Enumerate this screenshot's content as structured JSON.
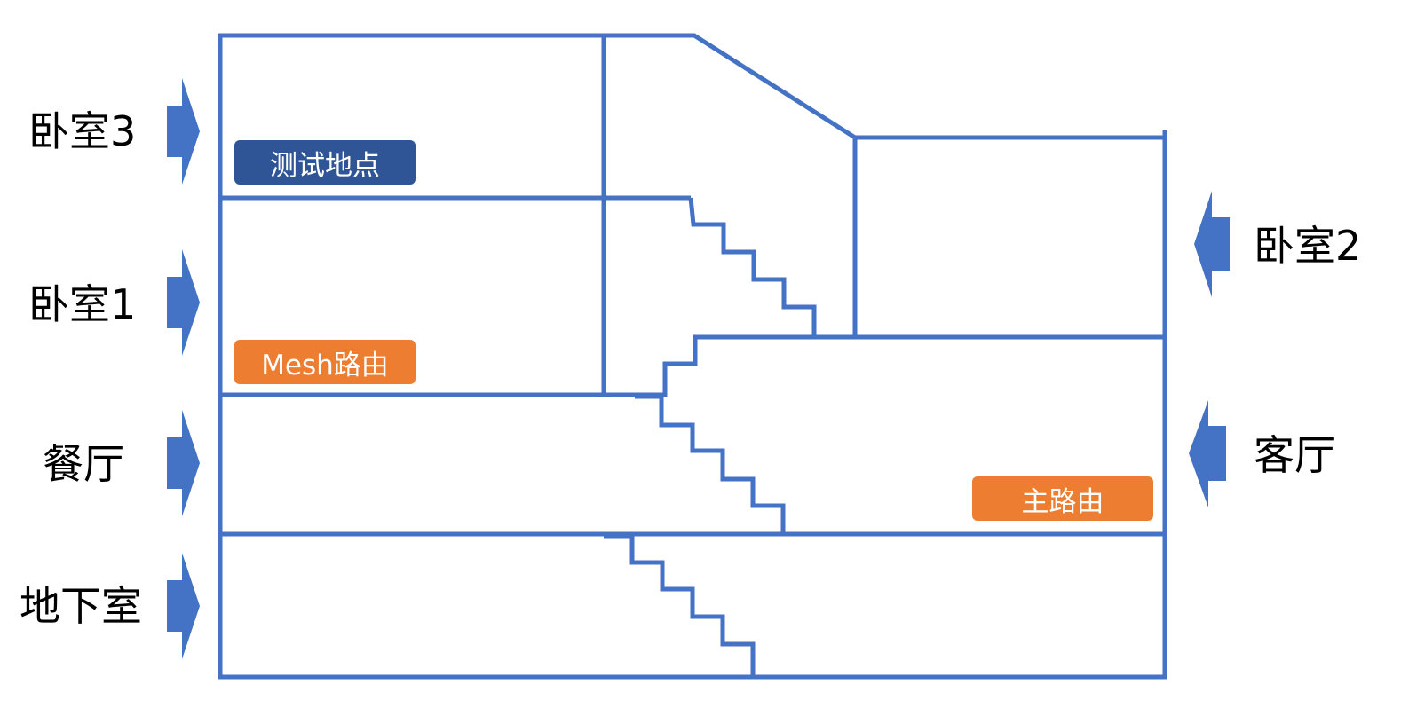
{
  "colors": {
    "wall": "#4472c4",
    "arrow": "#4472c4",
    "test_tag": "#2f5597",
    "router_tag": "#ed7d31",
    "label_text": "#000000",
    "tag_text": "#ffffff"
  },
  "rooms": {
    "bedroom3": "卧室3",
    "bedroom1": "卧室1",
    "dining": "餐厅",
    "basement": "地下室",
    "bedroom2": "卧室2",
    "living": "客厅"
  },
  "tags": {
    "test_location": "测试地点",
    "mesh_router": "Mesh路由",
    "main_router": "主路由"
  }
}
